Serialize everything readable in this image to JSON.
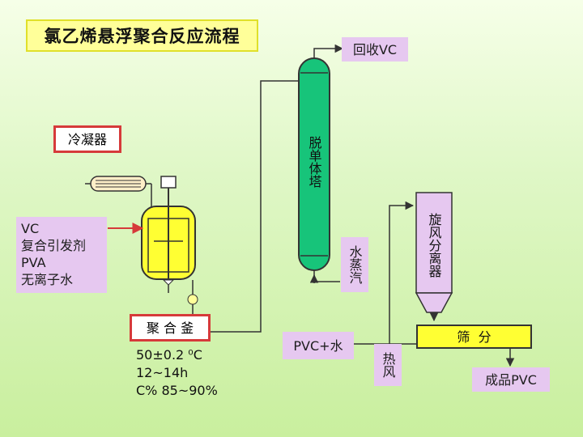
{
  "title": "氯乙烯悬浮聚合反应流程",
  "labels": {
    "recycle_vc": "回收VC",
    "condenser": "冷凝器",
    "demonomer_tower": "脱单体塔",
    "feed": [
      "VC",
      "复合引发剂",
      "PVA",
      "无离子水"
    ],
    "steam": "水蒸汽",
    "cyclone": "旋风分离器",
    "kettle": "聚 合 釜",
    "screening": "筛  分",
    "pvc_water": "PVC+水",
    "hot_air": "热风",
    "product": "成品PVC"
  },
  "conditions": {
    "temperature": "50±0.2 ⁰C",
    "time": "12~14h",
    "conversion": "C%  85~90%"
  },
  "colors": {
    "title_bg": "#ffff99",
    "tower": "#17c47a",
    "kettle_fill": "#ffff33",
    "label_bg": "#e6c8f0",
    "border_red": "#d63a3a",
    "line": "#333333"
  }
}
